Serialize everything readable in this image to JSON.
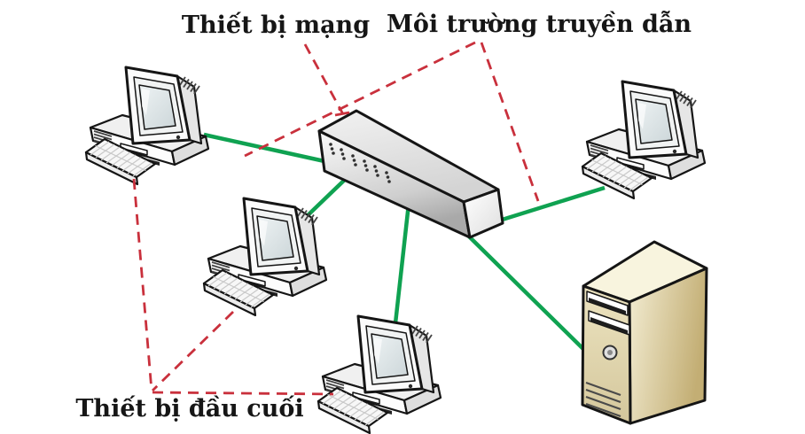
{
  "diagram": {
    "background": "#ffffff",
    "labels": {
      "network_device": "Thiết bị mạng",
      "transmission_medium": "Môi trường truyền dẫn",
      "terminal_device": "Thiết bị đầu cuối"
    },
    "colors": {
      "cable_green": "#0fa251",
      "pointer_red": "#c9303c",
      "device_outline": "#151515",
      "label_text": "#161616",
      "server_body": "#d9c68c",
      "switch_body": "#d8d8d8"
    },
    "devices": [
      {
        "id": "workstation-1",
        "type": "desktop-computer-with-keyboard",
        "position": "top-left"
      },
      {
        "id": "workstation-2",
        "type": "desktop-computer-with-keyboard",
        "position": "middle-left"
      },
      {
        "id": "workstation-3",
        "type": "desktop-computer-with-keyboard",
        "position": "bottom-center"
      },
      {
        "id": "workstation-4",
        "type": "desktop-computer-with-keyboard",
        "position": "right"
      },
      {
        "id": "switch",
        "type": "network-switch",
        "position": "center"
      },
      {
        "id": "server",
        "type": "server-tower",
        "position": "bottom-right"
      }
    ],
    "connections": [
      {
        "from": "workstation-1",
        "to": "switch",
        "style": "solid-green-cable"
      },
      {
        "from": "switch",
        "to": "workstation-2",
        "style": "solid-green-cable"
      },
      {
        "from": "switch",
        "to": "workstation-3",
        "style": "solid-green-cable"
      },
      {
        "from": "switch",
        "to": "server",
        "style": "solid-green-cable"
      },
      {
        "from": "switch",
        "to": "workstation-4",
        "style": "solid-green-cable"
      }
    ],
    "annotations": [
      {
        "label_key": "network_device",
        "points_to": "switch",
        "style": "red-dashed"
      },
      {
        "label_key": "transmission_medium",
        "points_to": "green cables",
        "style": "red-dashed"
      },
      {
        "label_key": "terminal_device",
        "points_to": "workstation keyboards",
        "style": "red-dashed"
      }
    ]
  }
}
